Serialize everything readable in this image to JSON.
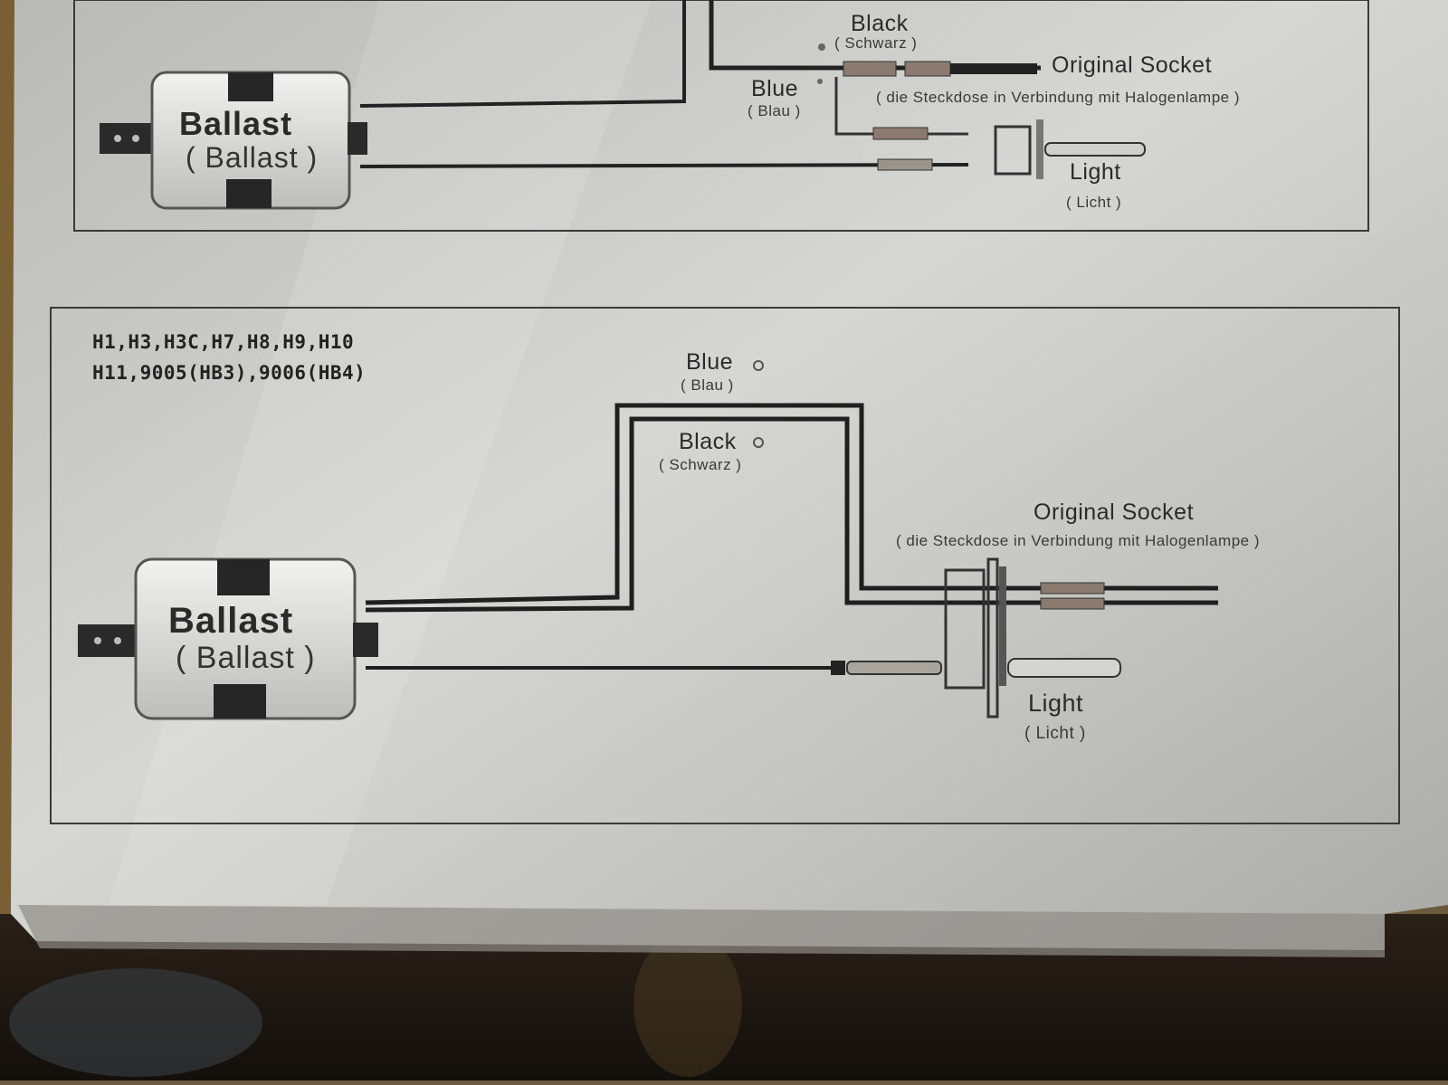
{
  "diagram_top": {
    "wire_black": {
      "label": "Black",
      "sub": "( Schwarz )"
    },
    "wire_blue": {
      "label": "Blue",
      "sub": "( Blau )"
    },
    "socket": {
      "label": "Original Socket",
      "sub": "( die Steckdose in Verbindung mit Halogenlampe )"
    },
    "ballast": {
      "title": "Ballast",
      "sub": "( Ballast )"
    },
    "light": {
      "label": "Light",
      "sub": "( Licht )"
    }
  },
  "diagram_bottom": {
    "models_line1": "H1,H3,H3C,H7,H8,H9,H10",
    "models_line2": "H11,9005(HB3),9006(HB4)",
    "wire_blue": {
      "label": "Blue",
      "sub": "( Blau )"
    },
    "wire_black": {
      "label": "Black",
      "sub": "( Schwarz )"
    },
    "socket": {
      "label": "Original Socket",
      "sub": "( die Steckdose in Verbindung mit Halogenlampe )"
    },
    "ballast": {
      "title": "Ballast",
      "sub": "( Ballast )"
    },
    "light": {
      "label": "Light",
      "sub": "( Licht )"
    }
  },
  "colors": {
    "paper": "#c9c9c6",
    "panel": "#bdbdba",
    "wire": "#1f1f1f",
    "box": "#6b5a3e"
  }
}
